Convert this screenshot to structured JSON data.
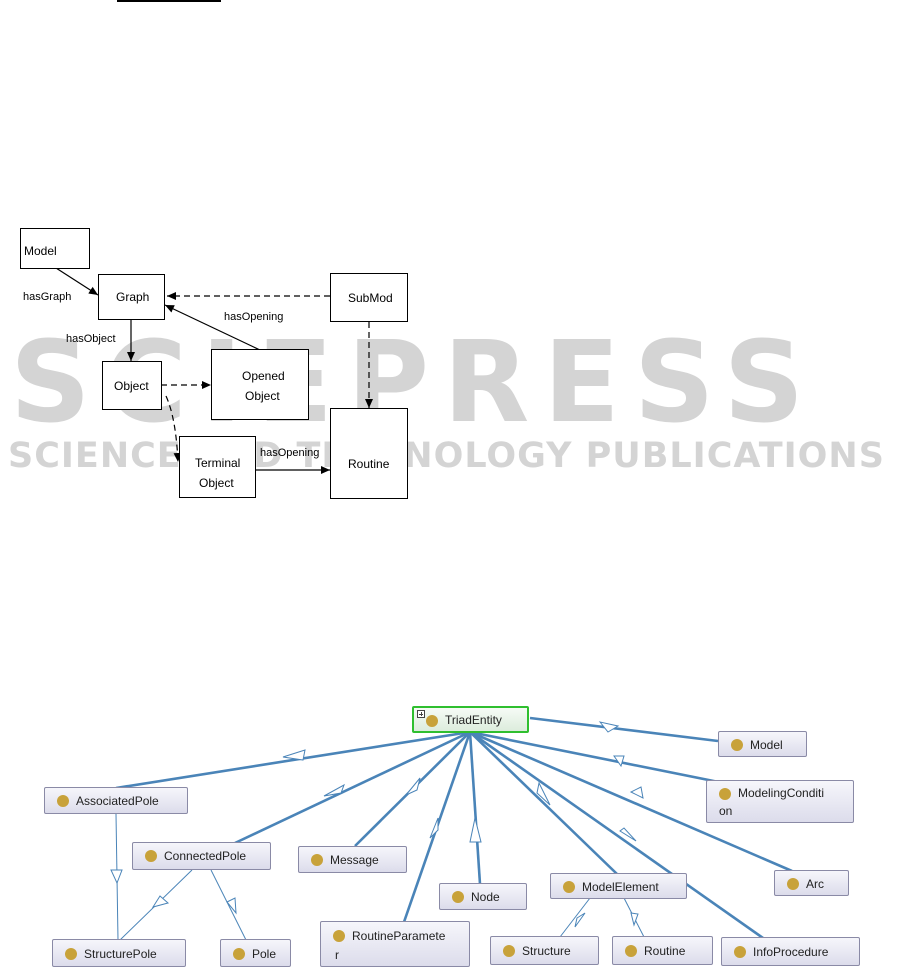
{
  "watermark": {
    "line1": "SCIEPRESS",
    "line2": "SCIENCE AND TECHNOLOGY PUBLICATIONS"
  },
  "flow_diagram": {
    "boxes": {
      "model": "Model",
      "graph": "Graph",
      "submod": "SubMod",
      "object": "Object",
      "opened_object_1": "Opened",
      "opened_object_2": "Object",
      "terminal_object_1": "Terminal",
      "terminal_object_2": "Object",
      "routine": "Routine"
    },
    "edge_labels": {
      "has_graph": "hasGraph",
      "has_object": "hasObject",
      "has_opening_top": "hasOpening",
      "has_opening_bottom": "hasOpening"
    }
  },
  "class_hierarchy": {
    "root": "TriadEntity",
    "nodes": {
      "model": "Model",
      "modeling_condition_1": "ModelingConditi",
      "modeling_condition_2": "on",
      "associated_pole": "AssociatedPole",
      "connected_pole": "ConnectedPole",
      "message": "Message",
      "node": "Node",
      "model_element": "ModelElement",
      "arc": "Arc",
      "structure_pole": "StructurePole",
      "pole": "Pole",
      "routine_parameter_1": "RoutineParamete",
      "routine_parameter_2": "r",
      "structure": "Structure",
      "routine": "Routine",
      "info_procedure": "InfoProcedure"
    },
    "colors": {
      "edge": "#4a84b8",
      "root_border": "#2fbf2f",
      "class_dot": "#c8a23a"
    }
  }
}
